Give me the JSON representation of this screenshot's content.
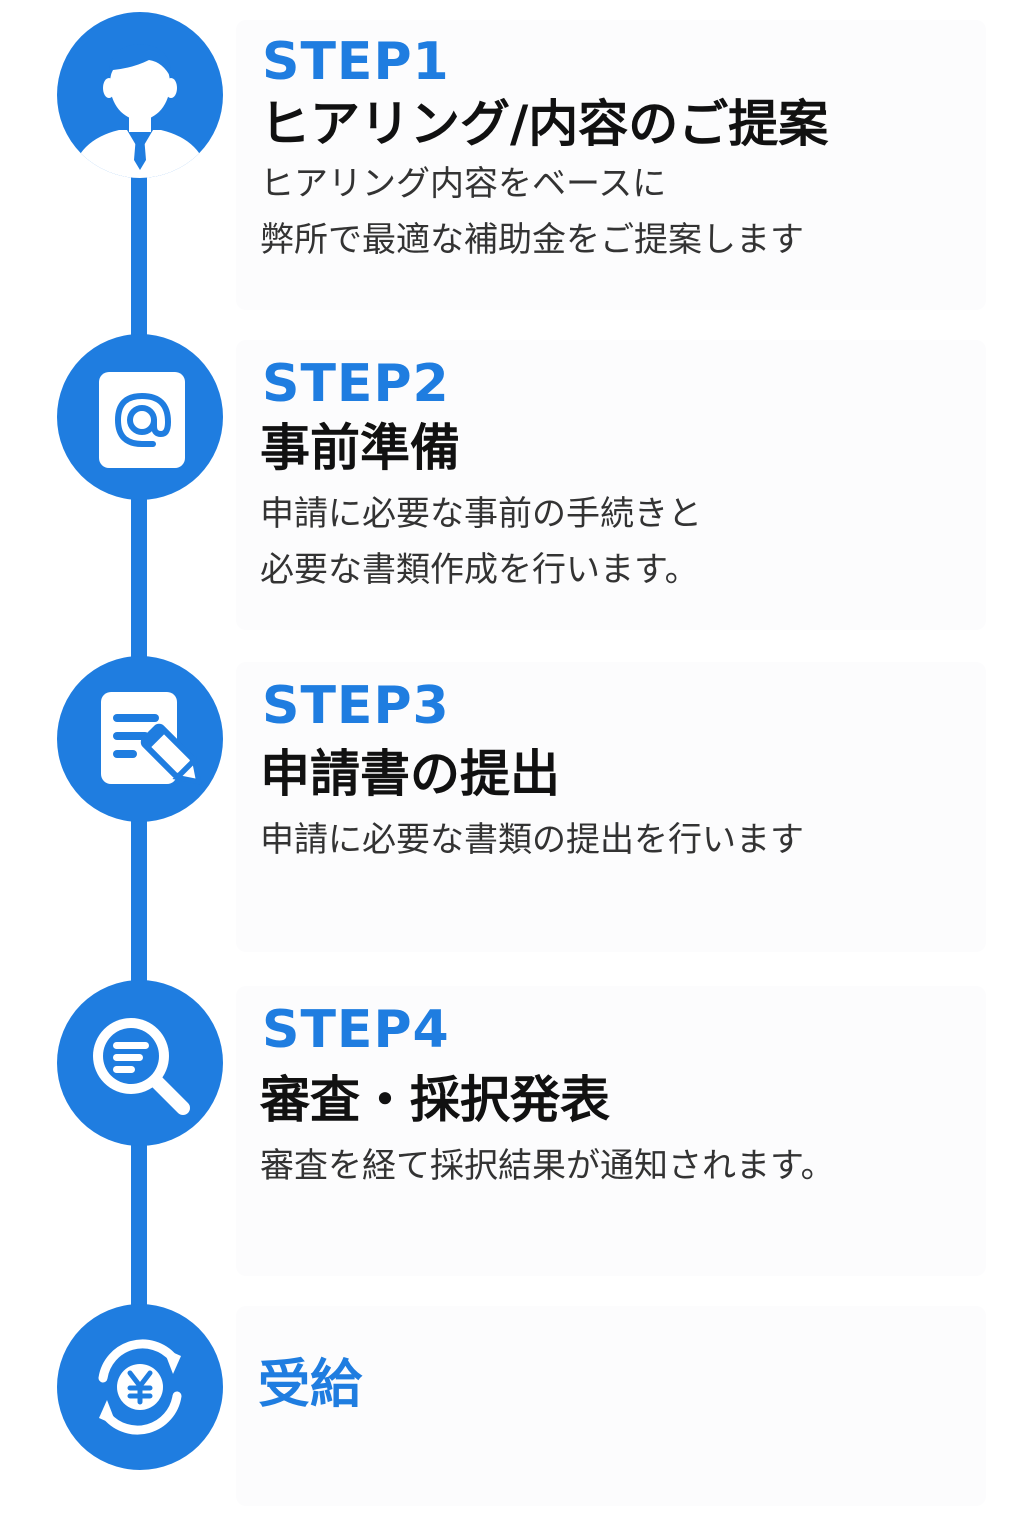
{
  "colors": {
    "accent": "#1f7de0",
    "title": "#111111",
    "text": "#333333"
  },
  "steps": [
    {
      "label": "STEP1",
      "title": "ヒアリング/内容のご提案",
      "desc": [
        "ヒアリング内容をベースに",
        "弊所で最適な補助金をご提案します"
      ],
      "icon": "person-icon"
    },
    {
      "label": "STEP2",
      "title": "事前準備",
      "desc": [
        "申請に必要な事前の手続きと",
        "必要な書類作成を行います。"
      ],
      "icon": "at-mail-icon"
    },
    {
      "label": "STEP3",
      "title": "申請書の提出",
      "desc": [
        "申請に必要な書類の提出を行います"
      ],
      "icon": "document-edit-icon"
    },
    {
      "label": "STEP4",
      "title": "審査・採択発表",
      "desc": [
        "審査を経て採択結果が通知されます。"
      ],
      "icon": "search-document-icon"
    }
  ],
  "final": {
    "label": "受給",
    "icon": "yen-cycle-icon"
  }
}
